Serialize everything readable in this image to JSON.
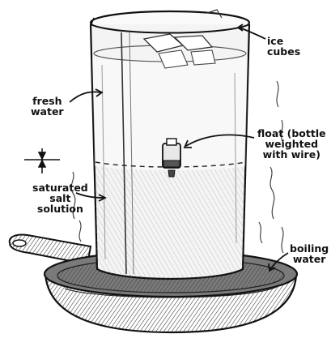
{
  "labels": {
    "ice_cubes": [
      "ice",
      "cubes"
    ],
    "fresh_water": [
      "fresh",
      "water"
    ],
    "float": [
      "float (bottle",
      "weighted",
      "with wire)"
    ],
    "saturated_salt_solution": [
      "saturated",
      "salt",
      "solution"
    ],
    "boiling_water": [
      "boiling",
      "water"
    ]
  },
  "colors": {
    "ink": "#111111",
    "shade": "#6e6e6e",
    "light_shade": "#bdbdbd",
    "paper": "#ffffff"
  }
}
